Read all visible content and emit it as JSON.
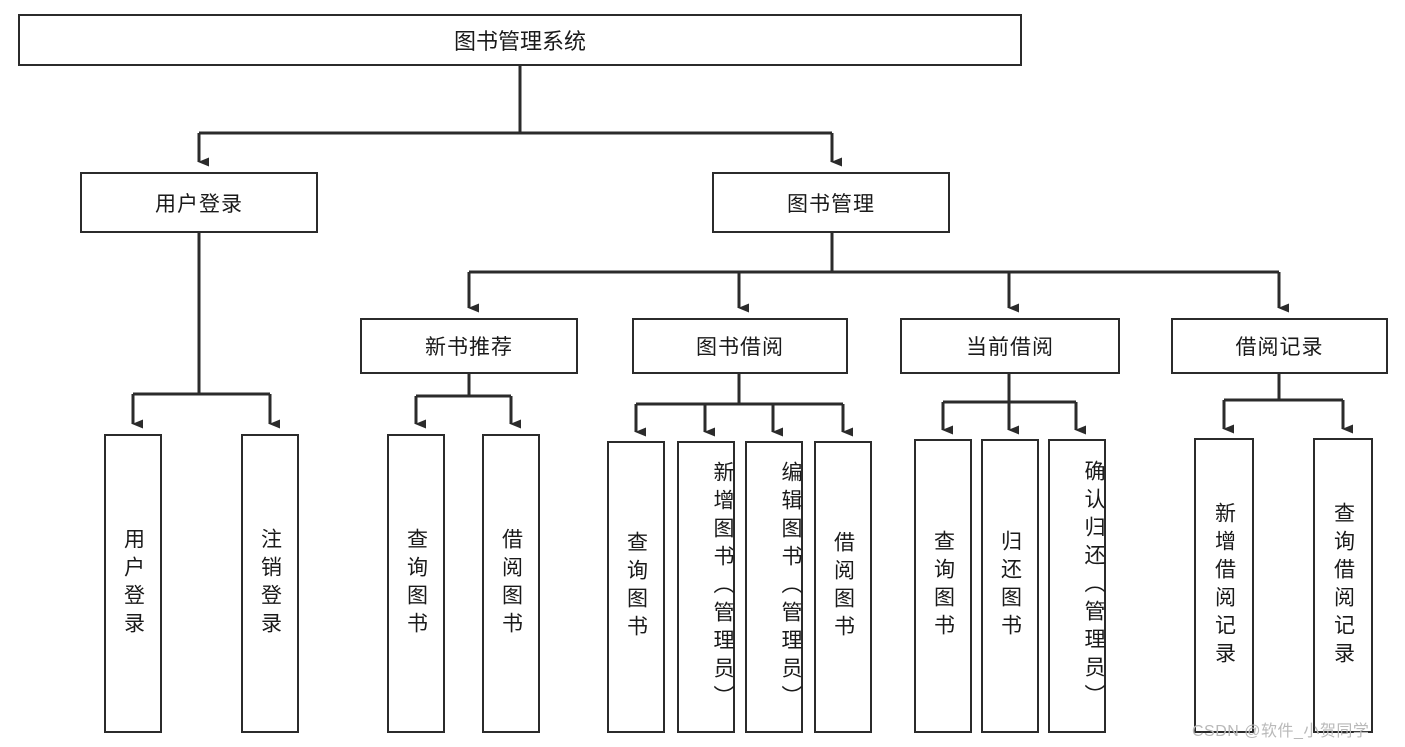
{
  "diagram": {
    "type": "hierarchy-tree",
    "title": "图书管理系统",
    "watermark": "CSDN @软件_小贺同学",
    "colors": {
      "stroke": "#2b2b2b",
      "fill": "#ffffff",
      "text": "#1a1a1a",
      "watermark": "#b9b9b9"
    },
    "nodes": {
      "root": {
        "label": "图书管理系统",
        "level": 0
      },
      "user_login": {
        "label": "用户登录",
        "level": 1
      },
      "book_manage": {
        "label": "图书管理",
        "level": 1
      },
      "new_book_rec": {
        "label": "新书推荐",
        "level": 2
      },
      "book_borrow": {
        "label": "图书借阅",
        "level": 2
      },
      "current_borrow": {
        "label": "当前借阅",
        "level": 2
      },
      "borrow_record": {
        "label": "借阅记录",
        "level": 2
      },
      "leaf_user_login": {
        "label": "用户登录",
        "level": 3,
        "orientation": "vertical"
      },
      "leaf_logout": {
        "label": "注销登录",
        "level": 3,
        "orientation": "vertical"
      },
      "leaf_query_book_1": {
        "label": "查询图书",
        "level": 3,
        "orientation": "vertical"
      },
      "leaf_borrow_book_1": {
        "label": "借阅图书",
        "level": 3,
        "orientation": "vertical"
      },
      "leaf_query_book_2": {
        "label": "查询图书",
        "level": 3,
        "orientation": "vertical"
      },
      "leaf_add_book": {
        "label": "新增图书（管理员）",
        "level": 3,
        "orientation": "vertical"
      },
      "leaf_edit_book": {
        "label": "编辑图书（管理员）",
        "level": 3,
        "orientation": "vertical"
      },
      "leaf_borrow_book_2": {
        "label": "借阅图书",
        "level": 3,
        "orientation": "vertical"
      },
      "leaf_query_book_3": {
        "label": "查询图书",
        "level": 3,
        "orientation": "vertical"
      },
      "leaf_return_book": {
        "label": "归还图书",
        "level": 3,
        "orientation": "vertical"
      },
      "leaf_confirm_return": {
        "label": "确认归还（管理员）",
        "level": 3,
        "orientation": "vertical"
      },
      "leaf_add_record": {
        "label": "新增借阅记录",
        "level": 3,
        "orientation": "vertical"
      },
      "leaf_query_record": {
        "label": "查询借阅记录",
        "level": 3,
        "orientation": "vertical"
      }
    },
    "edges": [
      {
        "from": "root",
        "to": "user_login"
      },
      {
        "from": "root",
        "to": "book_manage"
      },
      {
        "from": "user_login",
        "to": "leaf_user_login"
      },
      {
        "from": "user_login",
        "to": "leaf_logout"
      },
      {
        "from": "book_manage",
        "to": "new_book_rec"
      },
      {
        "from": "book_manage",
        "to": "book_borrow"
      },
      {
        "from": "book_manage",
        "to": "current_borrow"
      },
      {
        "from": "book_manage",
        "to": "borrow_record"
      },
      {
        "from": "new_book_rec",
        "to": "leaf_query_book_1"
      },
      {
        "from": "new_book_rec",
        "to": "leaf_borrow_book_1"
      },
      {
        "from": "book_borrow",
        "to": "leaf_query_book_2"
      },
      {
        "from": "book_borrow",
        "to": "leaf_add_book"
      },
      {
        "from": "book_borrow",
        "to": "leaf_edit_book"
      },
      {
        "from": "book_borrow",
        "to": "leaf_borrow_book_2"
      },
      {
        "from": "current_borrow",
        "to": "leaf_query_book_3"
      },
      {
        "from": "current_borrow",
        "to": "leaf_return_book"
      },
      {
        "from": "current_borrow",
        "to": "leaf_confirm_return"
      },
      {
        "from": "borrow_record",
        "to": "leaf_add_record"
      },
      {
        "from": "borrow_record",
        "to": "leaf_query_record"
      }
    ]
  }
}
